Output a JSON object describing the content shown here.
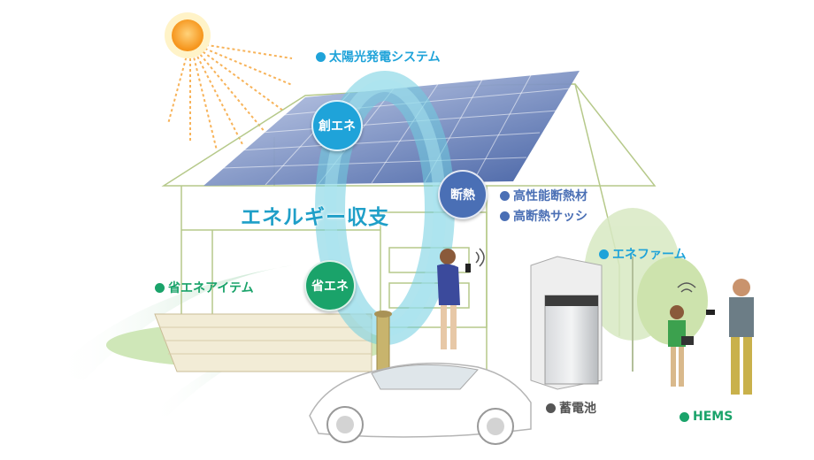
{
  "title": "エネルギー収支",
  "circles": {
    "create": "創エネ",
    "insulation": "断熱",
    "save": "省エネ"
  },
  "labels": {
    "solar": "太陽光発電システム",
    "insulation_material": "高性能断熱材",
    "insulation_sash": "高断熱サッシ",
    "enefarm": "エネファーム",
    "save_items": "省エネアイテム",
    "battery": "蓄電池",
    "hems": "HEMS"
  },
  "colors": {
    "cyan": "#1fa3d9",
    "blue": "#4a6fb5",
    "green": "#1aa36a",
    "gray": "#555555",
    "title": "#1f9fc8"
  },
  "icons": [
    "sun-icon",
    "house-illustration",
    "solar-panel",
    "car-illustration",
    "battery-unit",
    "woman-with-phone",
    "man-with-phone",
    "child-with-tablet",
    "wifi-signal-icon"
  ]
}
